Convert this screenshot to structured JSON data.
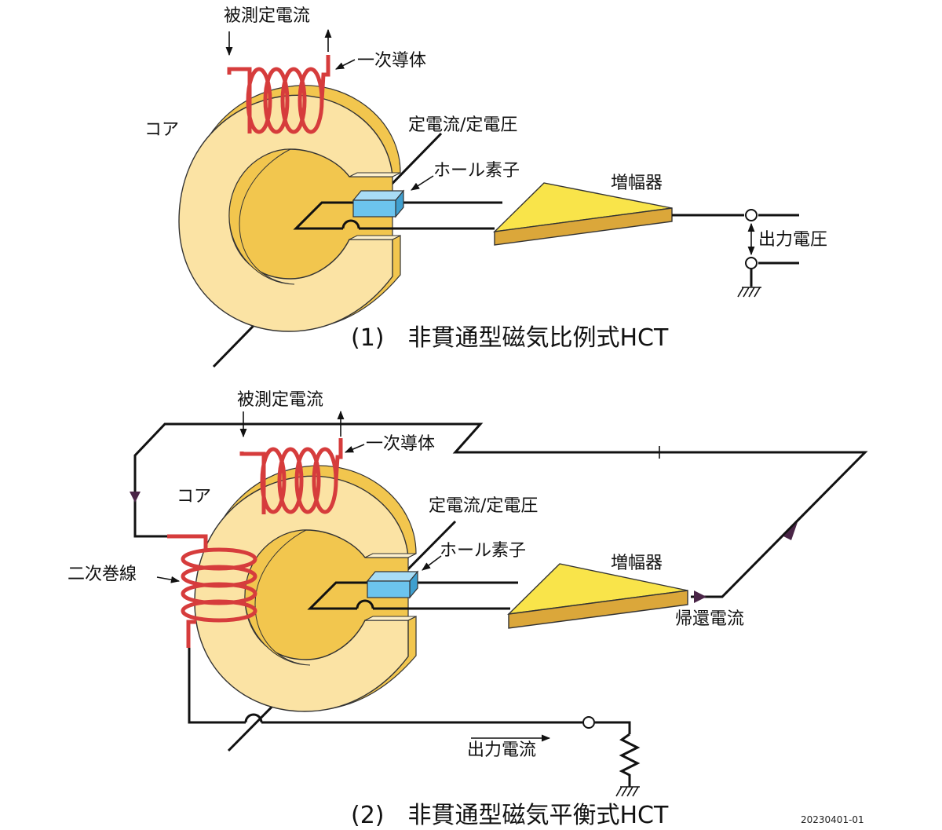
{
  "diagram1": {
    "measured_current": "被測定電流",
    "primary_conductor": "一次導体",
    "core": "コア",
    "constant_source": "定電流/定電圧",
    "hall_element": "ホール素子",
    "amplifier": "増幅器",
    "output_voltage": "出力電圧",
    "caption": "(1)　非貫通型磁気比例式HCT"
  },
  "diagram2": {
    "measured_current": "被測定電流",
    "primary_conductor": "一次導体",
    "core": "コア",
    "constant_source": "定電流/定電圧",
    "hall_element": "ホール素子",
    "amplifier": "増幅器",
    "secondary_winding": "二次巻線",
    "feedback_current": "帰還電流",
    "output_current": "出力電流",
    "caption": "(2)　非貫通型磁気平衡式HCT"
  },
  "code": "20230401-01",
  "colors": {
    "core_face": "#fbe3a4",
    "core_side": "#f2c64e",
    "core_top": "#fdf0cc",
    "coil": "#d63c3c",
    "hall": "#6cc4ee",
    "amp_face": "#f9e44a",
    "amp_side": "#dba73a",
    "wire": "#111111",
    "arrow_fill": "#4a2547"
  }
}
